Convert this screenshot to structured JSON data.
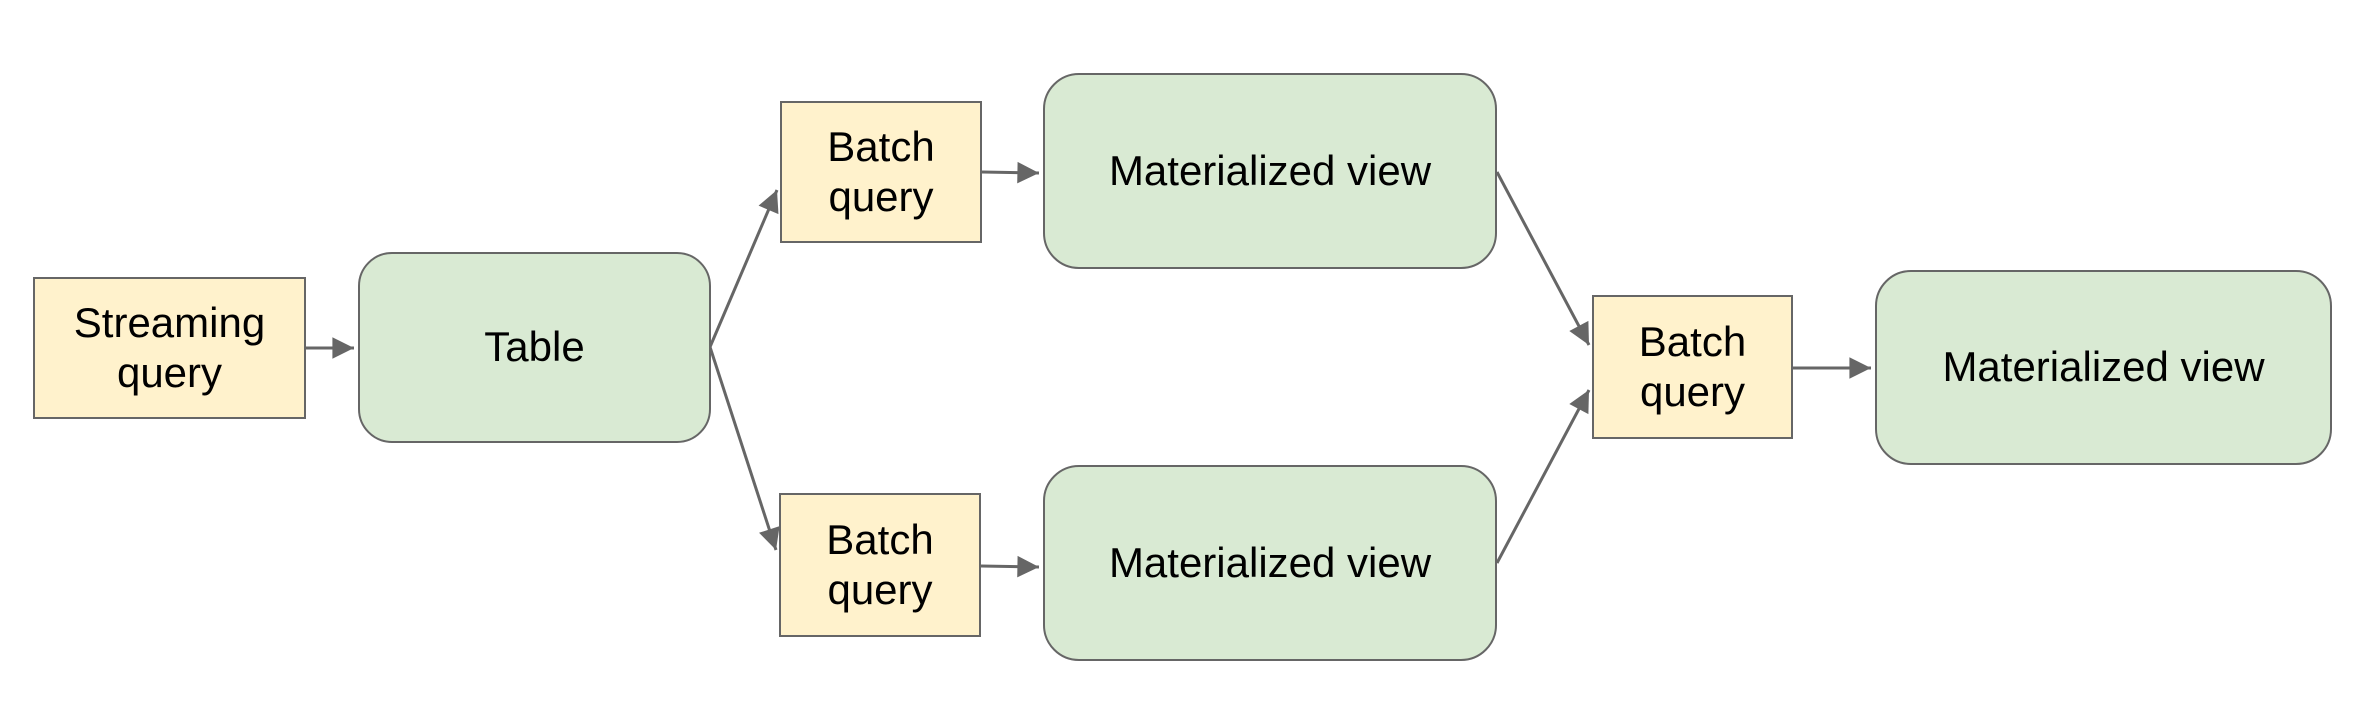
{
  "diagram": {
    "description": "Flow diagram: a streaming query feeds a table; batch queries derive materialized views, which are combined by another batch query into a final materialized view",
    "nodes": {
      "streaming_query": {
        "label": "Streaming query",
        "kind": "query"
      },
      "table": {
        "label": "Table",
        "kind": "dataset"
      },
      "batch_query_top": {
        "label": "Batch query",
        "kind": "query"
      },
      "materialized_view_top": {
        "label": "Materialized view",
        "kind": "dataset"
      },
      "batch_query_bottom": {
        "label": "Batch query",
        "kind": "query"
      },
      "materialized_view_bottom": {
        "label": "Materialized view",
        "kind": "dataset"
      },
      "batch_query_right": {
        "label": "Batch query",
        "kind": "query"
      },
      "materialized_view_right": {
        "label": "Materialized view",
        "kind": "dataset"
      }
    },
    "edges": [
      {
        "from": "streaming_query",
        "to": "table"
      },
      {
        "from": "table",
        "to": "batch_query_top"
      },
      {
        "from": "table",
        "to": "batch_query_bottom"
      },
      {
        "from": "batch_query_top",
        "to": "materialized_view_top"
      },
      {
        "from": "batch_query_bottom",
        "to": "materialized_view_bottom"
      },
      {
        "from": "materialized_view_top",
        "to": "batch_query_right"
      },
      {
        "from": "materialized_view_bottom",
        "to": "batch_query_right"
      },
      {
        "from": "batch_query_right",
        "to": "materialized_view_right"
      }
    ]
  },
  "colors": {
    "query_fill": "#fff2cc",
    "dataset_fill": "#d9ead3",
    "node_border": "#666666",
    "connector": "#666666",
    "text": "#000000",
    "background": "#ffffff"
  }
}
